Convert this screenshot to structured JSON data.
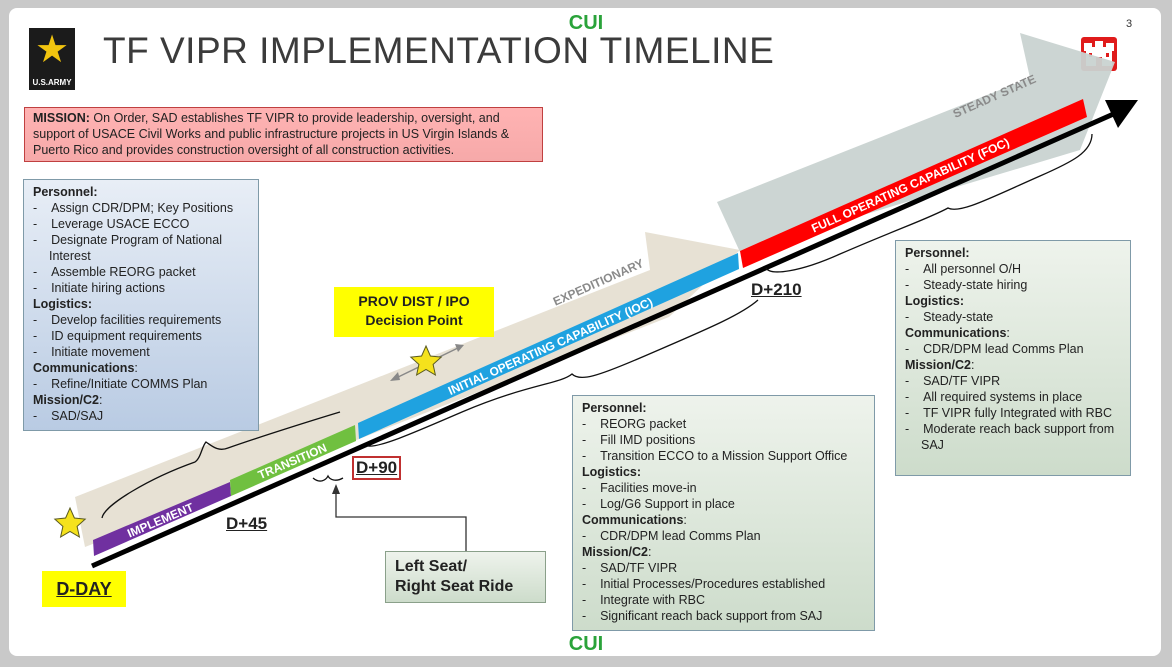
{
  "header": {
    "cui_top": "CUI",
    "cui_bottom": "CUI",
    "title": "TF VIPR IMPLEMENTATION TIMELINE",
    "page_number": "3",
    "army_logo_text": "U.S.ARMY"
  },
  "mission": {
    "label": "MISSION:",
    "text": " On Order, SAD establishes TF VIPR to provide leadership, oversight, and support of USACE Civil Works and public infrastructure projects in US Virgin Islands & Puerto Rico and provides construction oversight of all construction activities."
  },
  "timeline": {
    "phases": {
      "implement": "IMPLEMENT",
      "transition": "TRANSITION",
      "ioc": "INITIAL OPERATING CAPABILITY (IOC)",
      "foc": "FULL OPERATING CAPABILITY (FOC)"
    },
    "arrows": {
      "expeditionary": "EXPEDITIONARY",
      "steady_state": "STEADY STATE"
    },
    "milestones": {
      "dday": "D-DAY",
      "d45": "D+45",
      "d90": "D+90",
      "d210": "D+210"
    },
    "decision_point": {
      "line1": "PROV DIST / IPO",
      "line2": "Decision Point"
    },
    "left_seat": {
      "line1": "Left Seat/",
      "line2": "Right Seat Ride"
    },
    "colors": {
      "implement": "#7030a0",
      "transition": "#70c040",
      "ioc": "#1fa2e0",
      "foc": "#ff0000",
      "expeditionary_arrow": "#e6dfd2",
      "steady_arrow": "#c9d3d1",
      "star": "#f5e21c"
    }
  },
  "panels": {
    "implement": {
      "sections": [
        {
          "heading": "Personnel:",
          "items": [
            "Assign CDR/DPM; Key Positions",
            "Leverage USACE ECCO",
            "Designate Program of National Interest",
            "Assemble REORG packet",
            "Initiate hiring actions"
          ]
        },
        {
          "heading": "Logistics:",
          "items": [
            "Develop facilities requirements",
            "ID equipment requirements",
            "Initiate movement"
          ]
        },
        {
          "heading": "Communications",
          "suffix": ":",
          "items": [
            "Refine/Initiate COMMS Plan"
          ]
        },
        {
          "heading": "Mission/C2",
          "suffix": ":",
          "items": [
            "SAD/SAJ"
          ]
        }
      ]
    },
    "ioc": {
      "sections": [
        {
          "heading": "Personnel:",
          "items": [
            "REORG packet",
            "Fill IMD positions",
            "Transition ECCO to a Mission Support Office"
          ]
        },
        {
          "heading": "Logistics:",
          "items": [
            "Facilities move-in",
            "Log/G6 Support in place"
          ]
        },
        {
          "heading": "Communications",
          "suffix": ":",
          "items": [
            "CDR/DPM lead Comms Plan"
          ]
        },
        {
          "heading": "Mission/C2",
          "suffix": ":",
          "items": [
            "SAD/TF VIPR",
            "Initial Processes/Procedures established",
            "Integrate with RBC",
            "Significant reach back support from SAJ"
          ]
        }
      ]
    },
    "foc": {
      "sections": [
        {
          "heading": "Personnel:",
          "items": [
            "All personnel O/H",
            "Steady-state hiring"
          ]
        },
        {
          "heading": "Logistics:",
          "items": [
            "Steady-state"
          ]
        },
        {
          "heading": "Communications",
          "suffix": ":",
          "items": [
            "CDR/DPM lead Comms Plan"
          ]
        },
        {
          "heading": "Mission/C2",
          "suffix": ":",
          "items": [
            "SAD/TF VIPR",
            "All required systems in place",
            "TF VIPR fully Integrated with RBC",
            "Moderate reach back support from SAJ"
          ]
        }
      ]
    }
  }
}
